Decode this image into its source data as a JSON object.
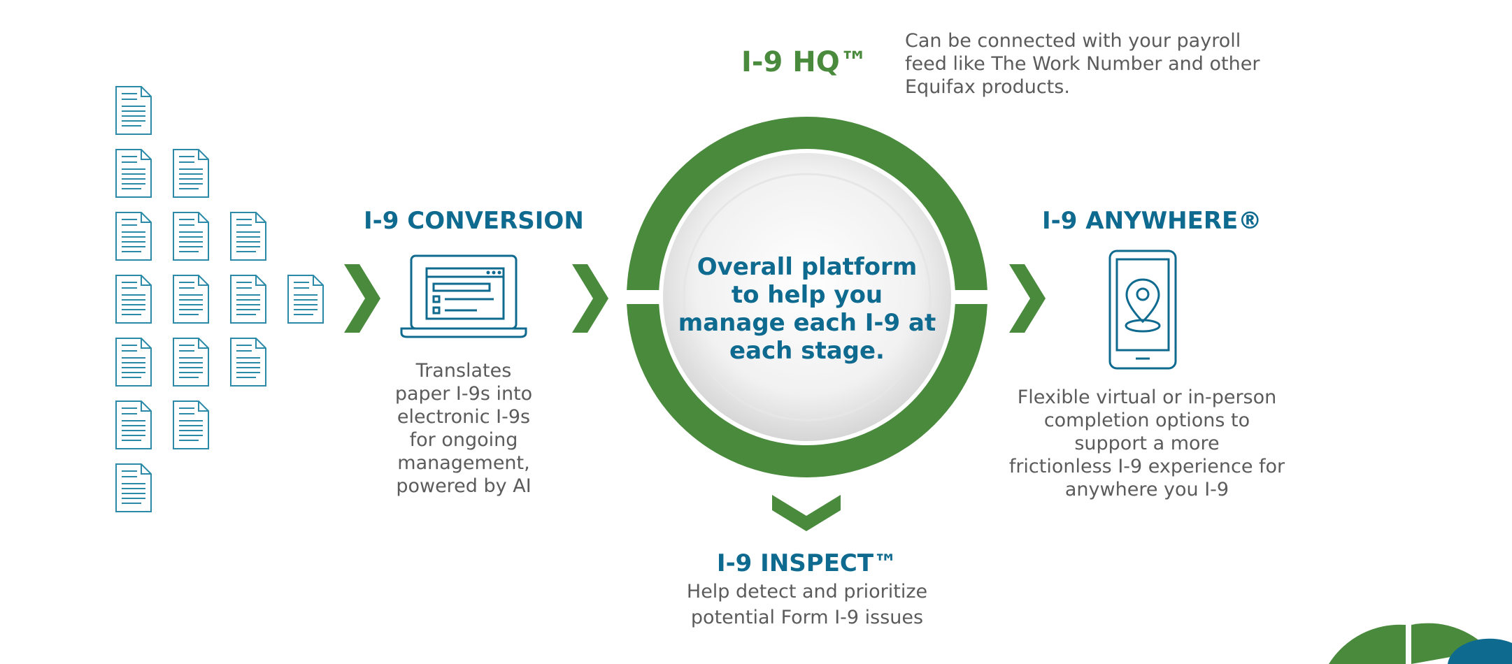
{
  "colors": {
    "green": "#4a8a3d",
    "blue": "#0f6a8f",
    "text": "#5b5b5b",
    "doc_stroke": "#2a8aa8"
  },
  "hq": {
    "title": "I-9 HQ™",
    "note": [
      "Can be connected with your payroll",
      "feed like The Work Number and other",
      "Equifax products."
    ],
    "center_text": [
      "Overall platform",
      "to help you",
      "manage each I-9 at",
      "each stage."
    ]
  },
  "conversion": {
    "title": "I-9 CONVERSION",
    "description": [
      "Translates",
      "paper I-9s into",
      "electronic I-9s",
      "for ongoing",
      "management,",
      "powered by AI"
    ],
    "icon": "laptop-icon"
  },
  "anywhere": {
    "title": "I-9 ANYWHERE®",
    "description": [
      "Flexible virtual or in-person",
      "completion options to",
      "support a more",
      "frictionless I-9 experience for",
      "anywhere you I-9"
    ],
    "icon": "smartphone-location-icon"
  },
  "inspect": {
    "title": "I-9 INSPECT™",
    "description": [
      "Help detect and prioritize",
      "potential Form I-9 issues"
    ]
  },
  "document_stack": {
    "icon": "document-icon",
    "columns": [
      7,
      5,
      3,
      1
    ]
  }
}
